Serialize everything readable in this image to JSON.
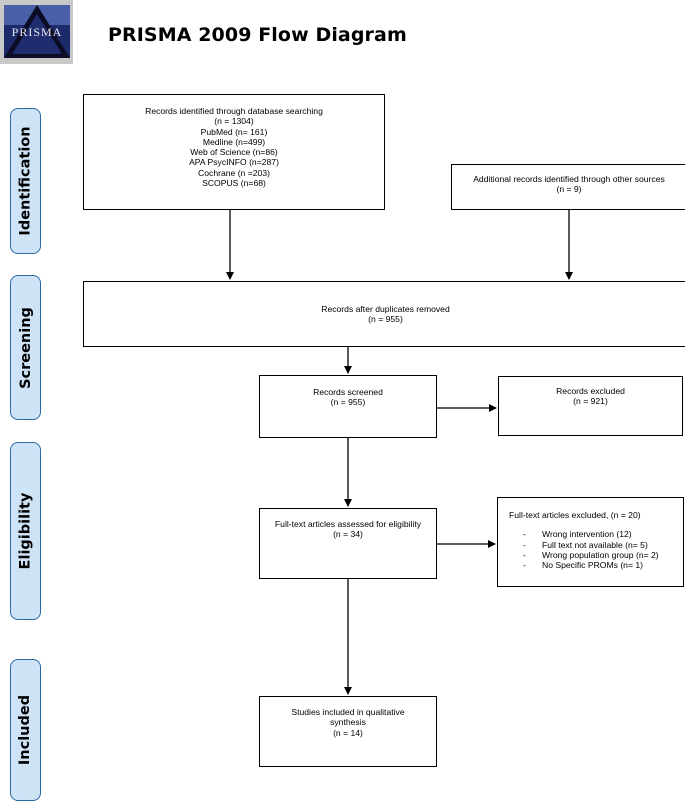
{
  "header": {
    "logo_text": "PRISMA",
    "title": "PRISMA 2009 Flow Diagram"
  },
  "stages": {
    "identification": "Identification",
    "screening": "Screening",
    "eligibility": "Eligibility",
    "included": "Included"
  },
  "boxes": {
    "database": {
      "lines": [
        "Records identified through database searching",
        "(n = 1304)",
        "PubMed (n= 161)",
        "Medline (n=499)",
        "Web of Science (n=86)",
        "APA PsycINFO (n=287)",
        "Cochrane (n =203)",
        "SCOPUS (n=68)"
      ]
    },
    "other_sources": {
      "lines": [
        "Additional records identified through other sources",
        "(n = 9)"
      ]
    },
    "duplicates": {
      "lines": [
        "Records after duplicates removed",
        "(n = 955)"
      ]
    },
    "screened": {
      "lines": [
        "Records screened",
        "(n = 955)"
      ]
    },
    "excluded": {
      "lines": [
        "Records excluded",
        "(n = 921)"
      ]
    },
    "fulltext": {
      "lines": [
        "Full-text articles assessed for eligibility",
        "(n = 34)"
      ]
    },
    "fulltext_excluded": {
      "heading": "Full-text articles excluded, (n = 20)",
      "items": [
        {
          "dash": "-",
          "text": "Wrong intervention (12)"
        },
        {
          "dash": "-",
          "text": "Full text not available (n= 5)"
        },
        {
          "dash": "-",
          "text": "Wrong population group (n= 2)"
        },
        {
          "dash": "-",
          "text": "No Specific PROMs (n= 1)"
        }
      ]
    },
    "included": {
      "lines": [
        "Studies included in qualitative",
        "synthesis",
        "(n = 14)"
      ]
    }
  },
  "colors": {
    "stage_fill": "#cfe3f7",
    "stage_border": "#2b6aa8",
    "line": "#000000"
  }
}
